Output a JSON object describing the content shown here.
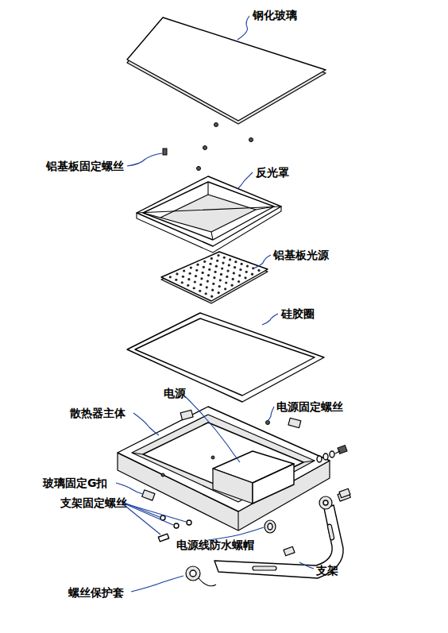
{
  "diagram": {
    "labels": [
      "钢化玻璃",
      "铝基板固定螺丝",
      "反光罩",
      "铝基板光源",
      "硅胶圈",
      "电源",
      "电源固定螺丝",
      "散热器主体",
      "玻璃固定G扣",
      "支架固定螺丝",
      "电源线防水螺帽",
      "支架",
      "螺丝保护套"
    ]
  }
}
